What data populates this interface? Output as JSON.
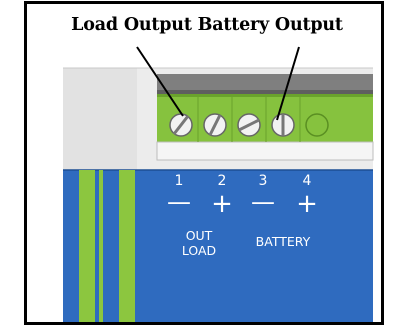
{
  "title": "Load Output Battery Output",
  "terminals": [
    {
      "number": "1",
      "sign": "—"
    },
    {
      "number": "2",
      "sign": "+"
    },
    {
      "number": "3",
      "sign": "—"
    },
    {
      "number": "4",
      "sign": "+"
    }
  ],
  "labels": {
    "out_load_line1": "OUT",
    "out_load_line2": "LOAD",
    "battery": "BATTERY"
  },
  "colors": {
    "board_blue": "#2f6bbf",
    "stripe_green": "#8cc63f",
    "terminal_green": "#86c23e",
    "housing_gray": "#7f7f7f"
  }
}
